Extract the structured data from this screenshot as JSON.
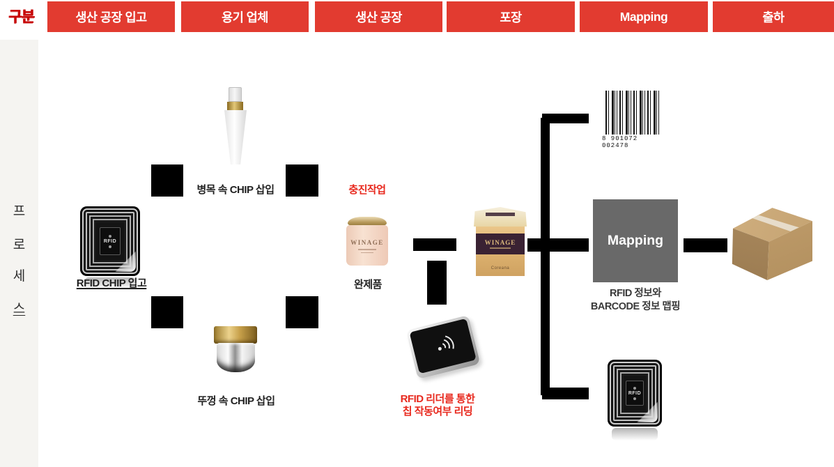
{
  "colors": {
    "header_red": "#e23b30",
    "annotation_red": "#e8291e",
    "mapping_gray": "#696969"
  },
  "header": {
    "category_label": "구분",
    "buttons": [
      "생산 공장 입고",
      "용기 업체",
      "생산 공장",
      "포장",
      "Mapping",
      "출하"
    ]
  },
  "sidebar": {
    "chars": [
      "프",
      "로",
      "세",
      "스"
    ]
  },
  "diagram": {
    "chip_text": "RFID",
    "chip_in_label": "RFID CHIP 입고",
    "bottle_label": "병목 속 CHIP 삽입",
    "jar_label": "뚜껑 속 CHIP 삽입",
    "filling_label": "충진작업",
    "finished_label": "완제품",
    "finished_brand": "WINAGE",
    "box_brand": "WINAGE",
    "box_maker": "Coreana",
    "reader_label_line1": "RFID 리더를 통한",
    "reader_label_line2": "칩 작동여부 리딩",
    "barcode_number": "8 901072 002478",
    "mapping_label": "Mapping",
    "mapping_caption_line1": "RFID 정보와",
    "mapping_caption_line2": "BARCODE 정보 맵핑"
  }
}
